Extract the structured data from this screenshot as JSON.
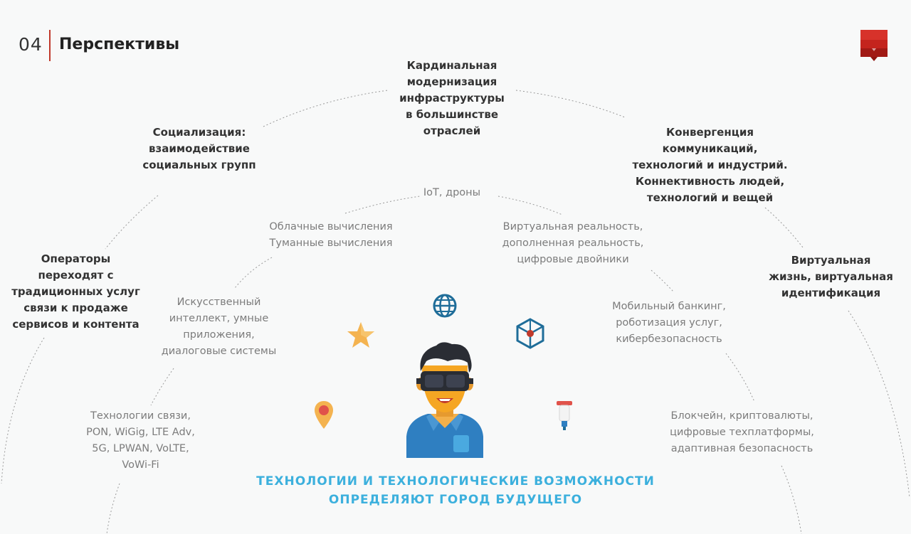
{
  "header": {
    "number": "04",
    "title": "Перспективы"
  },
  "outer_ring": {
    "top": "Кардинальная модернизация инфраструктуры в большинстве отраслей",
    "upper_left": "Социализация: взаимодействие социальных групп",
    "upper_right": "Конвергенция коммуникаций, технологий и индустрий. Коннективность людей, технологий и вещей",
    "left": "Операторы переходят с традиционных услуг связи к продаже сервисов и контента",
    "right": "Виртуальная жизнь, виртуальная идентификация"
  },
  "inner_ring": {
    "top": "IoT, дроны",
    "cloud": "Облачные вычисления Туманные вычисления",
    "vr": "Виртуальная реальность, дополненная реальность, цифровые двойники",
    "ai": "Искусственный интеллект, умные приложения, диалоговые системы",
    "banking": "Мобильный банкинг, роботизация услуг, кибербезопасность",
    "comm": "Технологии связи, PON, WiGig, LTE Adv, 5G, LPWAN, VoLTE, VoWi-Fi",
    "blockchain": "Блокчейн, криптовалюты, цифровые техплатформы, адаптивная безопасность"
  },
  "footer": {
    "line1": "ТЕХНОЛОГИИ И ТЕХНОЛОГИЧЕСКИЕ ВОЗМОЖНОСТИ",
    "line2": "ОПРЕДЕЛЯЮТ ГОРОД БУДУЩЕГО"
  },
  "colors": {
    "accent_red": "#c0392b",
    "footer_blue": "#3cb0dd",
    "person_shirt": "#2f7fc1",
    "person_skin": "#f5a623"
  }
}
